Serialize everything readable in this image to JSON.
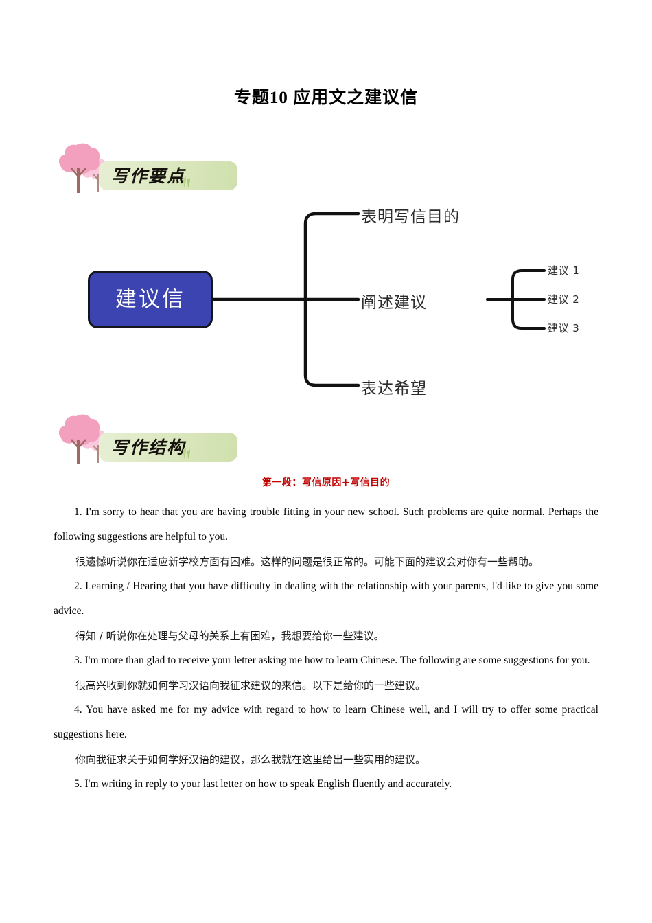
{
  "document": {
    "title": "专题10  应用文之建议信"
  },
  "sections": [
    {
      "badge_label": "写作要点",
      "badge_icon": "cherry-tree-icon"
    },
    {
      "badge_label": "写作结构",
      "badge_icon": "cherry-tree-icon"
    }
  ],
  "mindmap": {
    "root": "建议信",
    "branches": [
      {
        "label": "表明写信目的"
      },
      {
        "label": "阐述建议",
        "children": [
          "建议 1",
          "建议 2",
          "建议 3"
        ]
      },
      {
        "label": "表达希望"
      }
    ]
  },
  "structure": {
    "paragraph_heading": "第一段：写信原因+写信目的",
    "items": [
      {
        "en": "1. I'm sorry to hear that you are having trouble fitting in your new school. Such problems are quite normal. Perhaps the following suggestions are helpful to you.",
        "zh": "很遗憾听说你在适应新学校方面有困难。这样的问题是很正常的。可能下面的建议会对你有一些帮助。"
      },
      {
        "en": "2. Learning / Hearing that you have difficulty in dealing with the relationship with your parents, I'd like to give you some advice.",
        "zh": "得知 / 听说你在处理与父母的关系上有困难，我想要给你一些建议。"
      },
      {
        "en": "3. I'm more than glad to receive your letter asking me how to learn Chinese. The following are some suggestions for you.",
        "zh": "很高兴收到你就如何学习汉语向我征求建议的来信。以下是给你的一些建议。"
      },
      {
        "en": "4. You have asked me for my advice with regard to how to learn Chinese well, and I will try to offer some practical suggestions here.",
        "zh": "你向我征求关于如何学好汉语的建议，那么我就在这里给出一些实用的建议。"
      },
      {
        "en": "5. I'm writing in reply to your last letter on how to speak English fluently and accurately.",
        "zh": ""
      }
    ]
  },
  "colors": {
    "title_text": "#000000",
    "badge_green_light": "#e7efd4",
    "badge_green_dark": "#cfe0ac",
    "tree_pink_dark": "#f2a0bd",
    "tree_pink_light": "#f8c9dc",
    "tree_trunk": "#9d6a63",
    "mindmap_root_fill": "#3b44b0",
    "mindmap_root_border": "#14161c",
    "mindmap_line": "#121212",
    "heading_red": "#c00000"
  }
}
